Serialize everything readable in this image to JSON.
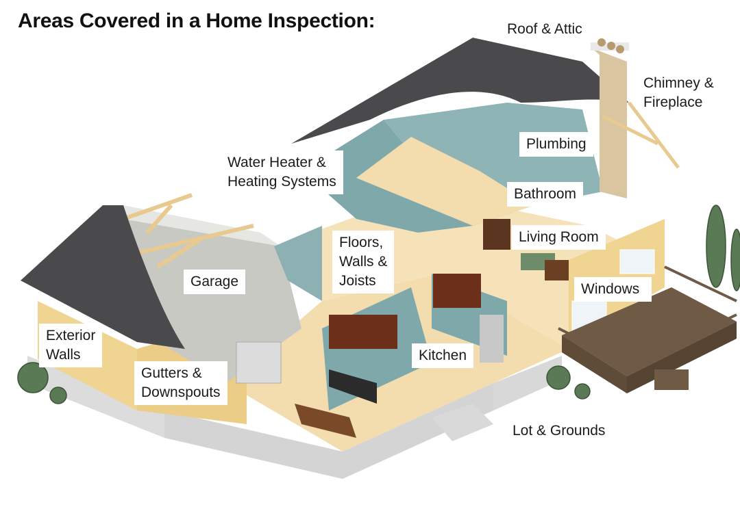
{
  "title": "Areas Covered in a Home Inspection:",
  "labels": {
    "roof_attic": "Roof & Attic",
    "chimney_1": "Chimney &",
    "chimney_2": "Fireplace",
    "plumbing": "Plumbing",
    "water_heater_1": "Water Heater &",
    "water_heater_2": "Heating Systems",
    "bathroom": "Bathroom",
    "living_room": "Living Room",
    "floors_1": "Floors,",
    "floors_2": "Walls &",
    "floors_3": "Joists",
    "garage": "Garage",
    "windows": "Windows",
    "exterior_1": "Exterior",
    "exterior_2": "Walls",
    "gutters_1": "Gutters &",
    "gutters_2": "Downspouts",
    "kitchen": "Kitchen",
    "lot_grounds": "Lot & Grounds"
  },
  "colors": {
    "roof": "#4a4a4c",
    "wall_blue": "#7fa8ab",
    "floor_wood": "#f3dcae",
    "siding": "#f0d491",
    "cabinet": "#6b2f1a",
    "deck": "#6e5a45",
    "foundation": "#dadada",
    "garage_wall": "#c9c9c4",
    "tree": "#5a7a55"
  }
}
